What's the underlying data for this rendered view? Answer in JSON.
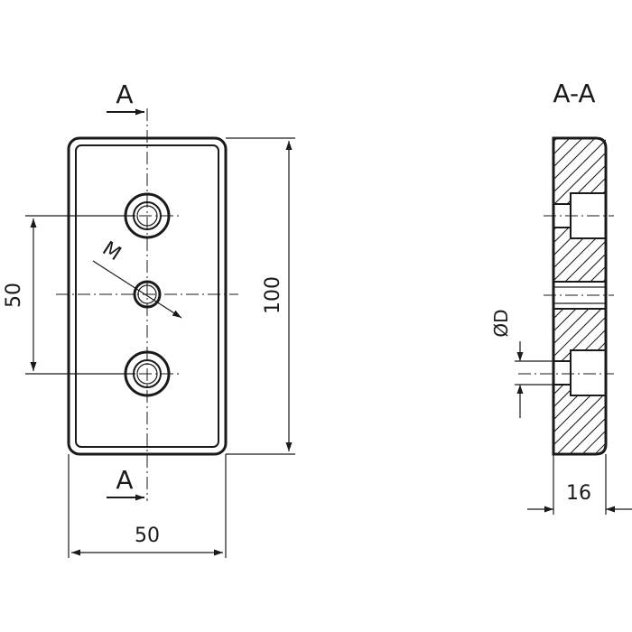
{
  "front_view": {
    "section_mark_top": "A",
    "section_mark_bottom": "A",
    "dim_hole_spacing": "50",
    "dim_height": "100",
    "dim_width": "50",
    "thread_label": "M"
  },
  "section_view": {
    "title": "A-A",
    "dim_diameter": "ØD",
    "dim_thickness": "16"
  }
}
